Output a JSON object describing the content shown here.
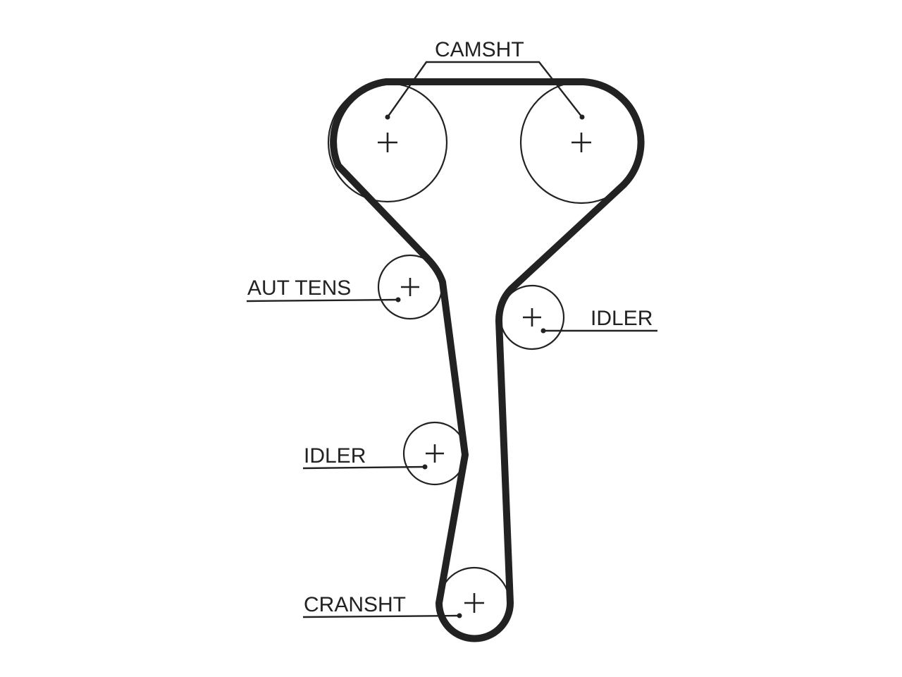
{
  "diagram": {
    "labels": {
      "camshaft": "CAMSHT",
      "tensioner": "AUT TENS",
      "idler_right": "IDLER",
      "idler_left": "IDLER",
      "crankshaft": "CRANSHT"
    },
    "colors": {
      "line": "#222222",
      "background": "#ffffff"
    }
  }
}
